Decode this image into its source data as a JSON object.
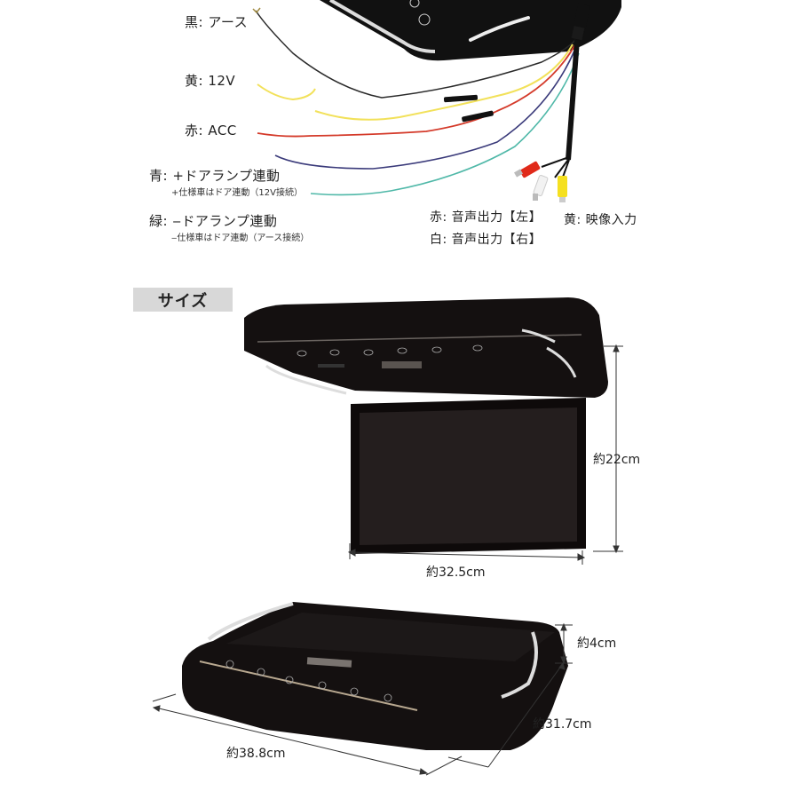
{
  "wiring": {
    "labels": [
      {
        "color_name": "黒",
        "text": "黒: アース",
        "wire_color": "#2a2a2a"
      },
      {
        "color_name": "黄",
        "text": "黄: 12V",
        "wire_color": "#f2e15a"
      },
      {
        "color_name": "赤",
        "text": "赤: ACC",
        "wire_color": "#d43a2a"
      },
      {
        "color_name": "青",
        "text": "青: +ドアランプ連動",
        "sub": "+仕様車はドア連動（12V接続）",
        "wire_color": "#3a3a7a"
      },
      {
        "color_name": "緑",
        "text": "緑: ‒ドアランプ連動",
        "sub": "‒仕様車はドア連動（アース接続）",
        "wire_color": "#4fb8a8"
      }
    ],
    "rca": [
      {
        "text": "赤: 音声出力【左】",
        "plug_color": "#e02a1a"
      },
      {
        "text": "白: 音声出力【右】",
        "plug_color": "#f2f2f2"
      },
      {
        "text": "黄: 映像入力",
        "plug_color": "#f5e020"
      }
    ]
  },
  "size_section": {
    "heading": "サイズ",
    "open_view": {
      "height_label": "約22cm",
      "width_label": "約32.5cm"
    },
    "closed_view": {
      "thickness_label": "約4cm",
      "depth_label": "約31.7cm",
      "width_label": "約38.8cm"
    }
  },
  "colors": {
    "device_body": "#141010",
    "screen": "#1e1a1a",
    "led_strip": "#e8e4e0",
    "heading_bg": "#d8d8d8",
    "dimension_line": "#333333"
  }
}
